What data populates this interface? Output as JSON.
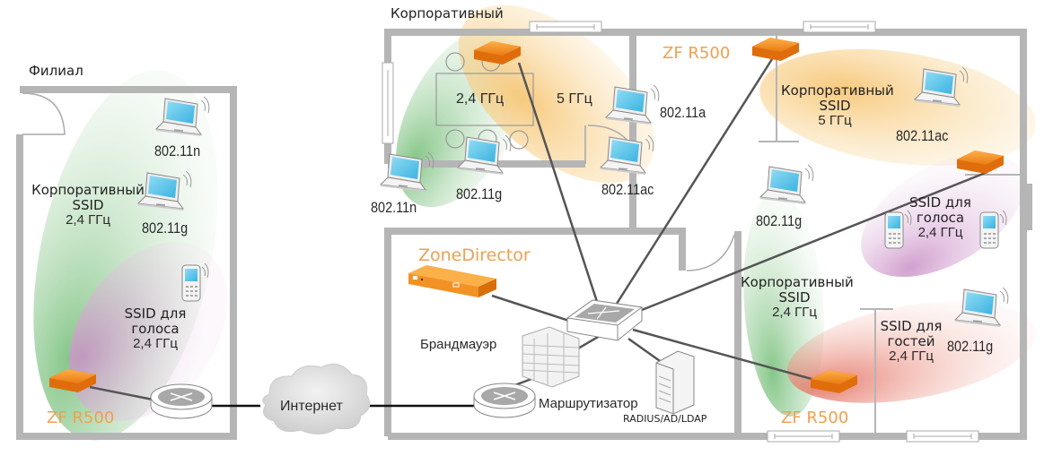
{
  "rooms": {
    "branch": "Филиал",
    "corporate": "Корпоративный"
  },
  "devices": {
    "ap_model": "ZF R500",
    "controller": "ZoneDirector",
    "firewall": "Брандмауэр",
    "router": "Маршрутизатор",
    "auth_server": "RADIUS/AD/LDAP",
    "internet": "Интернет"
  },
  "ssids": {
    "corporate": "Корпоративный",
    "ssid": "SSID",
    "voice_line1": "SSID для",
    "voice_line2": "голоса",
    "guest_line1": "SSID для",
    "guest_line2": "гостей"
  },
  "frequencies": {
    "f24": "2,4 ГГц",
    "f5": "5 ГГц"
  },
  "standards": {
    "n": "802.11n",
    "g": "802.11g",
    "a": "802.11a",
    "ac": "802.11ac"
  },
  "colors": {
    "wall": "#b5b5b5",
    "ap_orange": "#f39224",
    "label_orange": "#f0a050",
    "coverage_green": "#8cc98c",
    "coverage_orange": "#f8c870",
    "coverage_purple": "#d9a8d6",
    "coverage_red": "#ec8f80",
    "screen_blue": "#5cc3ea",
    "link": "#555555"
  }
}
